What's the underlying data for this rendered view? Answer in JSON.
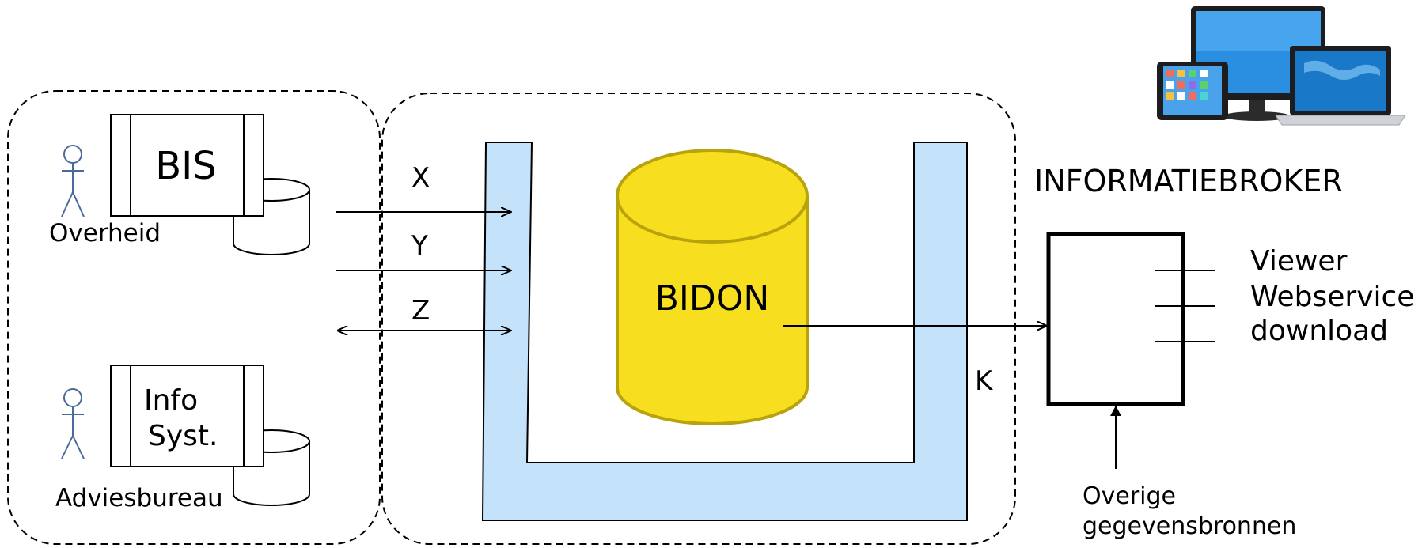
{
  "left_group": {
    "system_top": {
      "name": "BIS",
      "actor": "Overheid"
    },
    "system_bottom": {
      "name_line1": "Info",
      "name_line2": "Syst.",
      "actor": "Adviesbureau"
    }
  },
  "flows": {
    "x": "X",
    "y": "Y",
    "z": "Z",
    "k": "K"
  },
  "center": {
    "database": "BIDON"
  },
  "broker": {
    "title": "INFORMATIEBROKER",
    "outputs": [
      "Viewer",
      "Webservice",
      "download"
    ],
    "input_line1": "Overige",
    "input_line2": "gegevensbronnen"
  },
  "devices_image": {
    "icon": "devices-image"
  },
  "colors": {
    "container_fill": "#c4e3fb",
    "database_fill": "#f7de1f",
    "database_stroke": "#b8a30c",
    "actor_stroke": "#4a6a99"
  }
}
